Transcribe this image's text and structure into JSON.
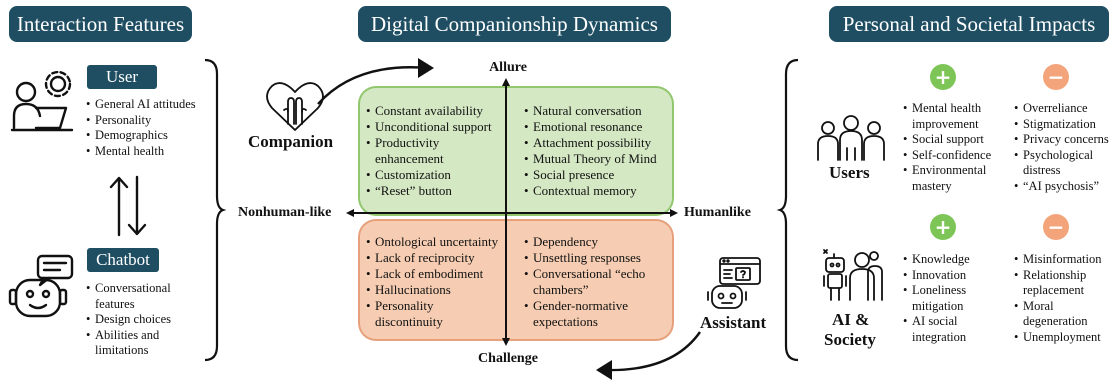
{
  "headers": {
    "left": "Interaction Features",
    "center": "Digital Companionship Dynamics",
    "right": "Personal and Societal Impacts"
  },
  "left": {
    "user": {
      "label": "User",
      "items": [
        "General AI attitudes",
        "Personality",
        "Demographics",
        "Mental health"
      ]
    },
    "chatbot": {
      "label": "Chatbot",
      "items": [
        "Conversational features",
        "Design choices",
        "Abilities and limitations"
      ]
    }
  },
  "center": {
    "axes": {
      "top": "Allure",
      "bottom": "Challenge",
      "left": "Nonhuman-like",
      "right": "Humanlike"
    },
    "roles": {
      "companion": "Companion",
      "assistant": "Assistant"
    },
    "quadrants": {
      "top_left": [
        "Constant availability",
        "Unconditional support",
        "Productivity enhancement",
        "Customization",
        "“Reset” button"
      ],
      "top_right": [
        "Natural conversation",
        "Emotional resonance",
        "Attachment possibility",
        "Mutual Theory of Mind",
        "Social presence",
        "Contextual memory"
      ],
      "bottom_left": [
        "Ontological uncertainty",
        "Lack of reciprocity",
        "Lack of embodiment",
        "Hallucinations",
        "Personality discontinuity"
      ],
      "bottom_right": [
        "Dependency",
        "Unsettling responses",
        "Conversational “echo chambers”",
        "Gender-normative expectations"
      ]
    },
    "colors": {
      "allure_fill": "#d5e8c4",
      "allure_border": "#92c66f",
      "challenge_fill": "#f6cdb2",
      "challenge_border": "#e6a07a"
    }
  },
  "right": {
    "users": {
      "label": "Users",
      "positive": [
        "Mental health improvement",
        "Social support",
        "Self-confidence",
        "Environmental mastery"
      ],
      "negative": [
        "Overreliance",
        "Stigmatization",
        "Privacy concerns",
        "Psychological distress",
        "“AI psychosis”"
      ]
    },
    "society": {
      "label_line1": "AI &",
      "label_line2": "Society",
      "positive": [
        "Knowledge",
        "Innovation",
        "Loneliness mitigation",
        "AI social integration"
      ],
      "negative": [
        "Misinformation",
        "Relationship replacement",
        "Moral degeneration",
        "Unemployment"
      ]
    },
    "plus_symbol": "+",
    "minus_symbol": "−",
    "colors": {
      "plus": "#7dc557",
      "minus": "#f3a47a"
    }
  }
}
